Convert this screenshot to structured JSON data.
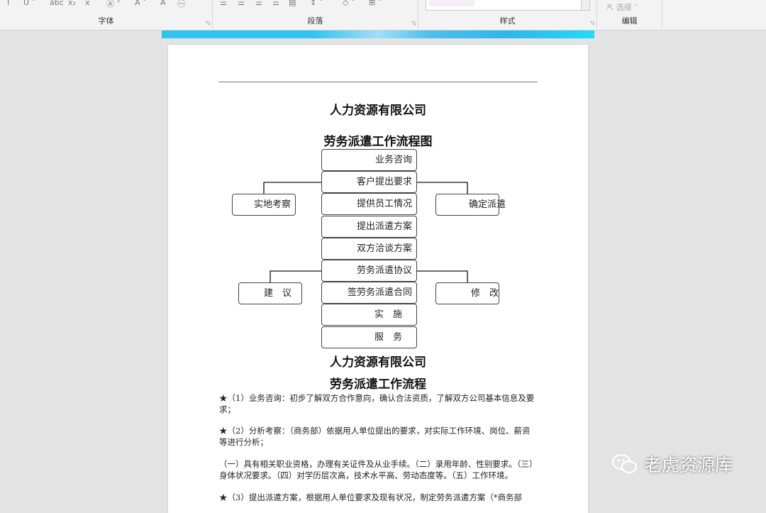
{
  "ribbon": {
    "groups": [
      "字体",
      "段落",
      "样式",
      "编辑"
    ],
    "select_label": "选择"
  },
  "doc": {
    "company": "人力资源有限公司",
    "chart_title": "劳务派遣工作流程图",
    "flow": [
      "业务咨询",
      "客户提出要求",
      "提供员工情况",
      "提出派遣方案",
      "双方洽谈方案",
      "劳务派遣协议",
      "签劳务派遣合同",
      "实　施",
      "服　务"
    ],
    "side": {
      "left1": "实地考察",
      "right1": "确定派遣",
      "left2": "建　议",
      "right2": "修　改"
    },
    "company2": "人力资源有限公司",
    "process_title": "劳务派遣工作流程",
    "paragraphs": [
      "★（1）业务咨询：初步了解双方合作意向，确认合法资质，了解双方公司基本信息及要求；",
      "★（2）分析考察：（商务部）依据用人单位提出的要求，对实际工作环境、岗位、薪资等进行分析；",
      "（一）具有相关职业资格，办理有关证件及从业手续。（二）录用年龄、性别要求。（三）身体状况要求。（四）对学历层次高，技术水平高、劳动态度等。（五）工作环境。",
      "★（3）提出派遣方案，根据用人单位要求及现有状况，制定劳务派遣方案（*商务部"
    ]
  },
  "watermark": {
    "text": "老虎资源库",
    "icon": "wechat-icon"
  }
}
